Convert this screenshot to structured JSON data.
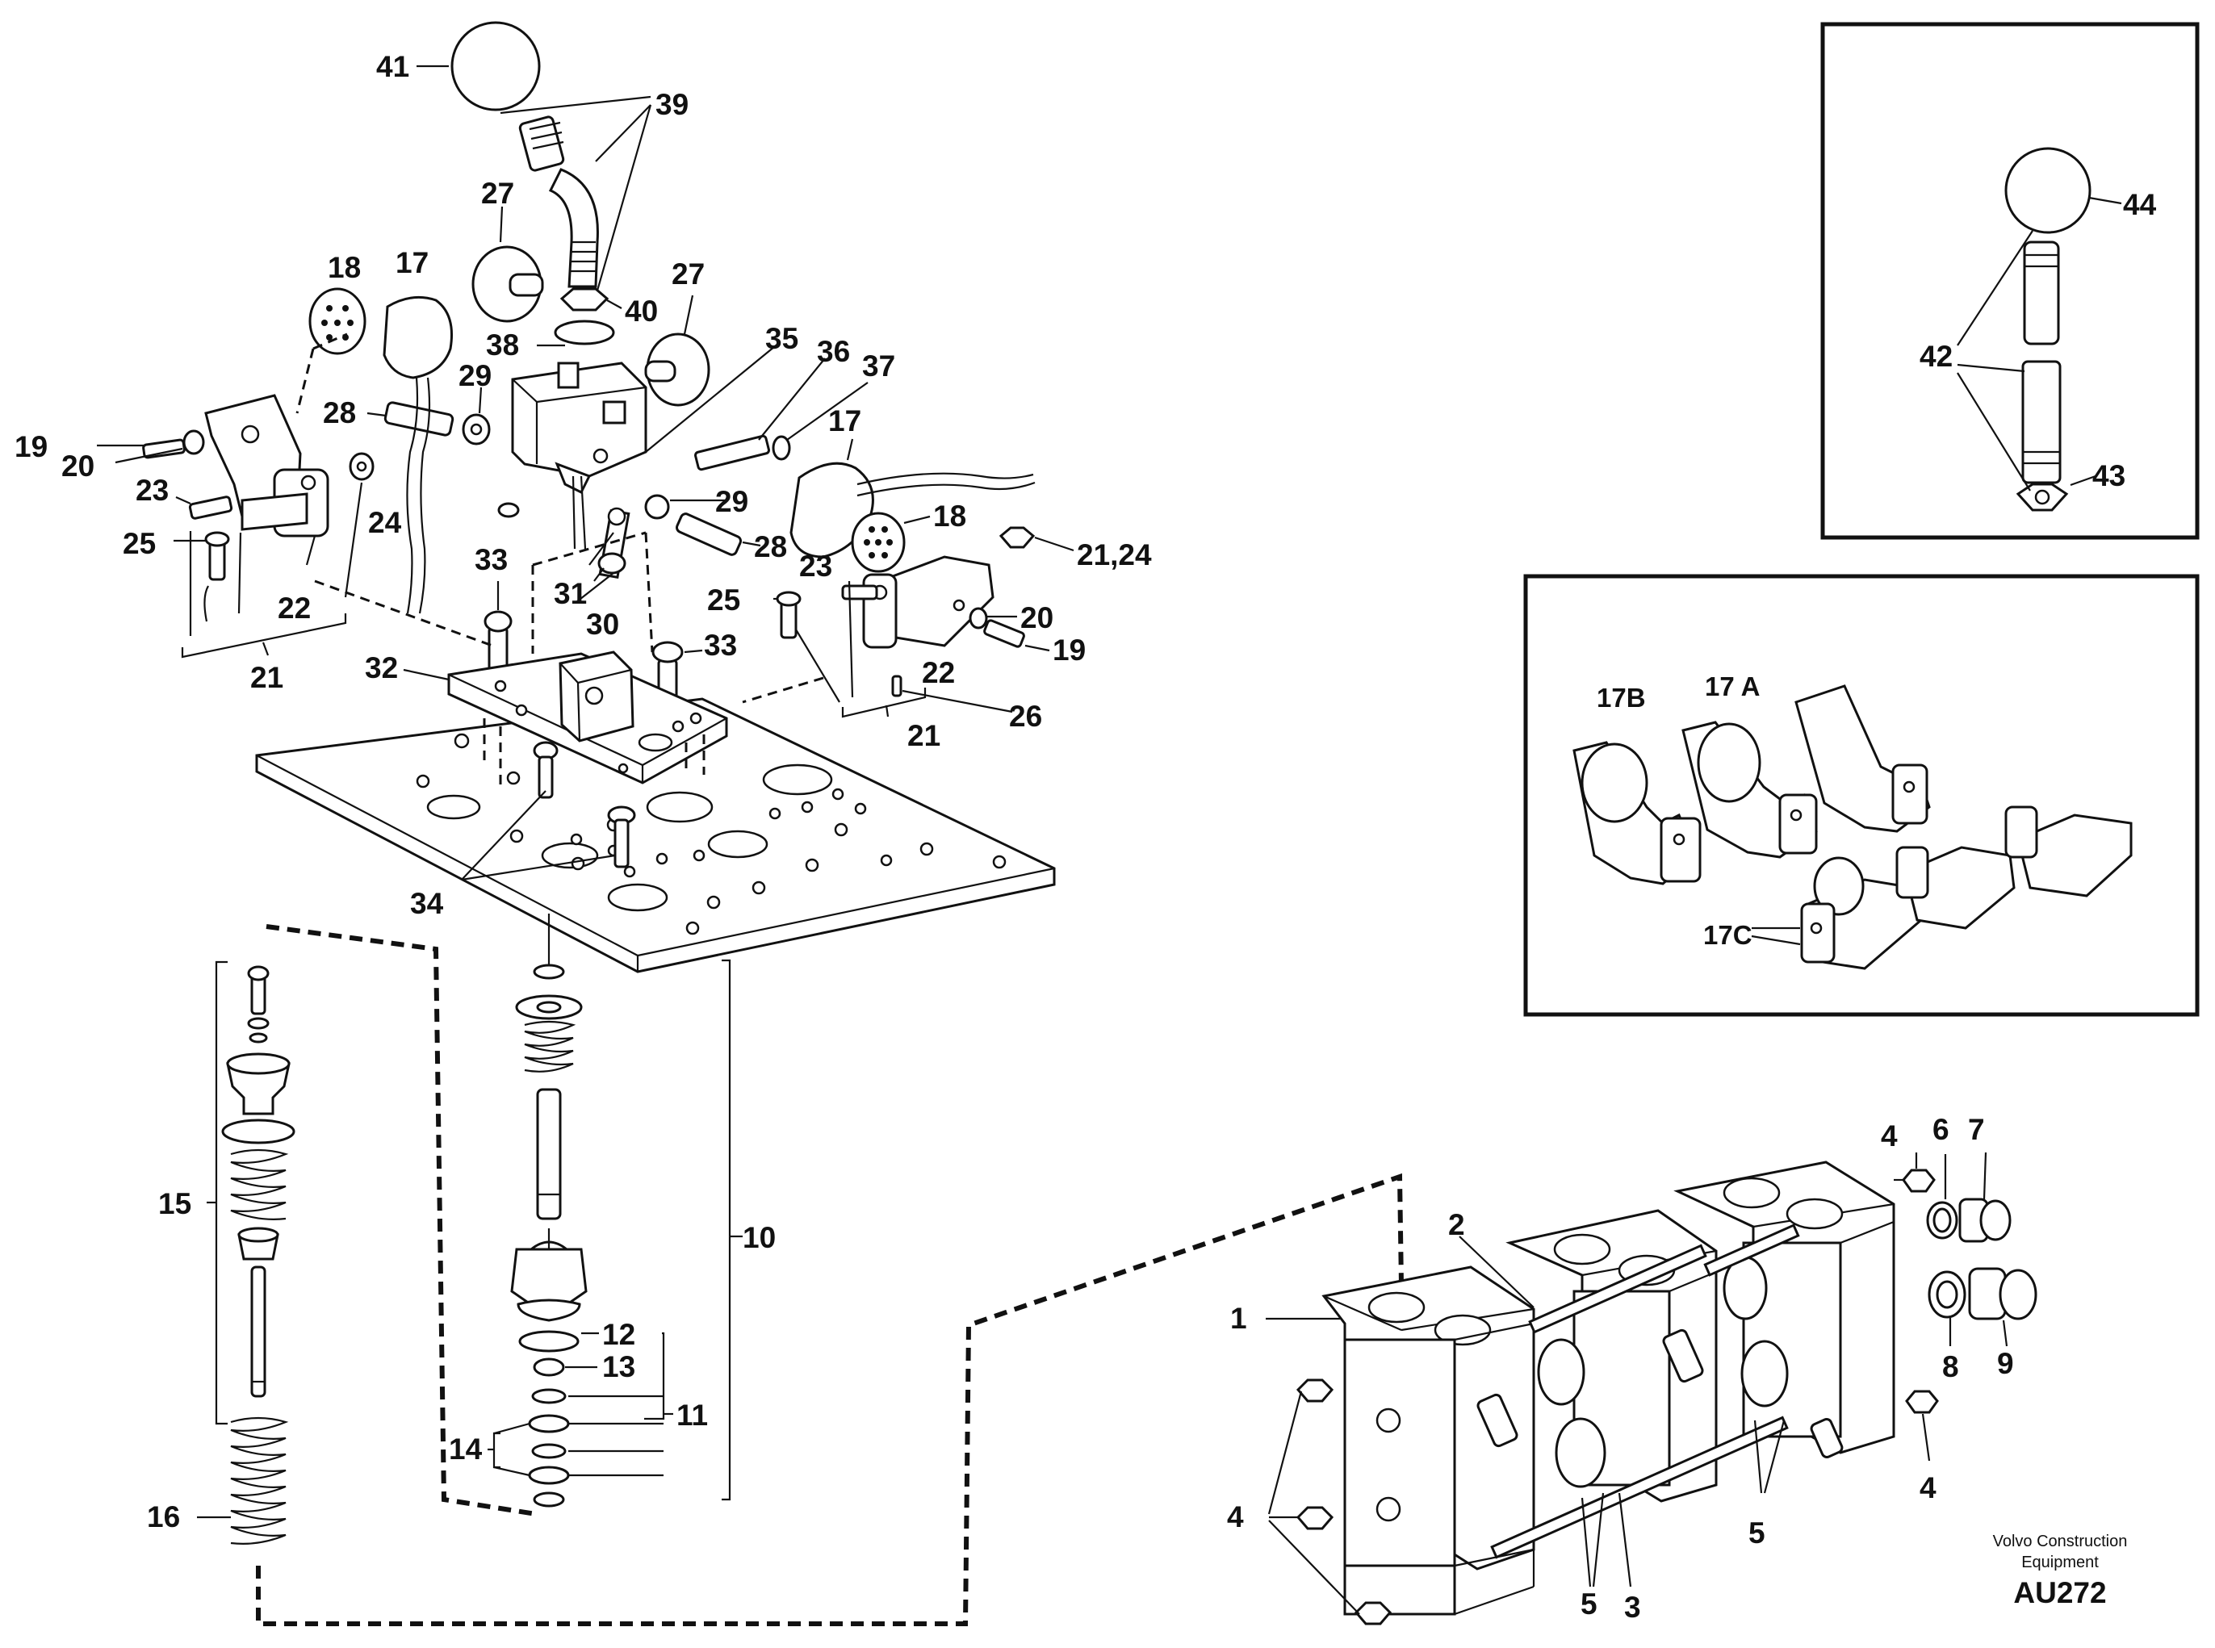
{
  "diagram": {
    "callouts": {
      "c1": "1",
      "c2": "2",
      "c3": "3",
      "c4": "4",
      "c5": "5",
      "c6": "6",
      "c7": "7",
      "c8": "8",
      "c9": "9",
      "c10": "10",
      "c11": "11",
      "c12": "12",
      "c13": "13",
      "c14": "14",
      "c15": "15",
      "c16": "16",
      "c17": "17",
      "c17a": "17 A",
      "c17b": "17B",
      "c17c": "17C",
      "c18": "18",
      "c19": "19",
      "c20": "20",
      "c21": "21",
      "c21_24": "21,24",
      "c22": "22",
      "c23": "23",
      "c24": "24",
      "c25": "25",
      "c26": "26",
      "c27": "27",
      "c28": "28",
      "c29": "29",
      "c30": "30",
      "c31": "31",
      "c32": "32",
      "c33": "33",
      "c34": "34",
      "c35": "35",
      "c36": "36",
      "c37": "37",
      "c38": "38",
      "c39": "39",
      "c40": "40",
      "c41": "41",
      "c42": "42",
      "c43": "43",
      "c44": "44"
    },
    "footer": {
      "company_line1": "Volvo Construction",
      "company_line2": "Equipment",
      "code": "AU272"
    }
  }
}
